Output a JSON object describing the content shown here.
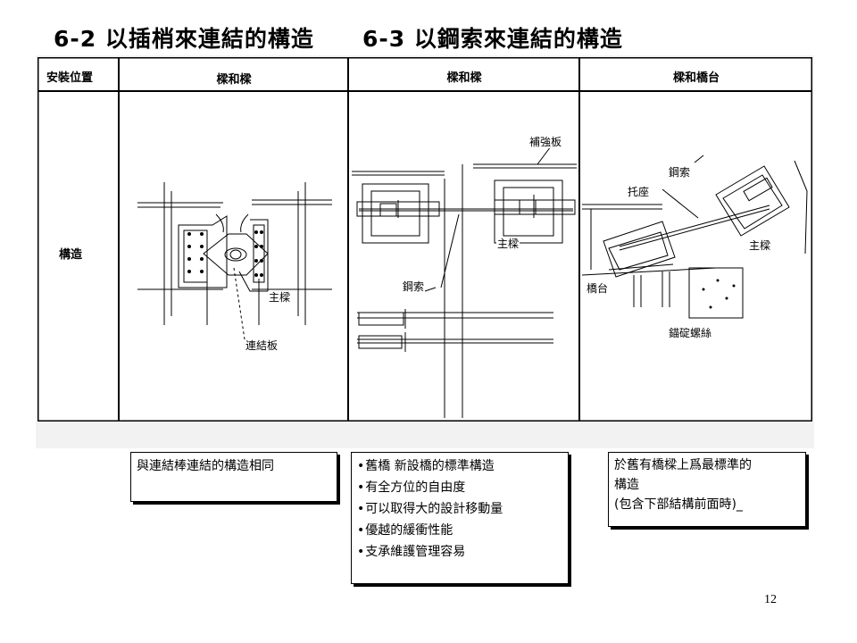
{
  "headings": {
    "left": "6-2 以插梢來連結的構造",
    "right": "6-3 以鋼索來連結的構造"
  },
  "table": {
    "header_row_label": "安裝位置",
    "row_label": "構造",
    "columns": [
      "樑和樑",
      "樑和樑",
      "樑和橋台"
    ]
  },
  "annotations": {
    "col1": {
      "main_beam": "主樑",
      "link_plate": "連結板"
    },
    "col2": {
      "reinforce_plate": "補強板",
      "main_beam": "主樑",
      "cable": "鋼索"
    },
    "col3": {
      "cable": "鋼索",
      "bracket": "托座",
      "main_beam": "主樑",
      "abutment": "橋台",
      "anchor_bolt": "錨碇螺絲"
    }
  },
  "notes": {
    "note1": "與連結棒連結的構造相同",
    "note2_items": [
      "舊橋 新設橋的標準構造",
      "有全方位的自由度",
      "可以取得大的設計移動量",
      "優越的緩衝性能",
      "支承維護管理容易"
    ],
    "note3_lines": [
      "於舊有橋樑上爲最標準的",
      "構造",
      "(包含下部結構前面時)_"
    ]
  },
  "page_number": "12"
}
